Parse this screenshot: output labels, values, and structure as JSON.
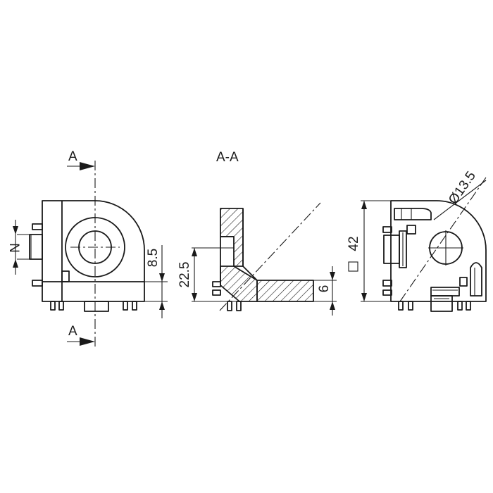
{
  "section_marker": "A",
  "section_title": "A-A",
  "dimensions": {
    "n": "N",
    "d85": "8.5",
    "d225": "22.5",
    "d6": "6",
    "d42": "42",
    "dia135": "Ø13.5"
  },
  "colors": {
    "line": "#1a1a1a",
    "background": "#ffffff"
  }
}
